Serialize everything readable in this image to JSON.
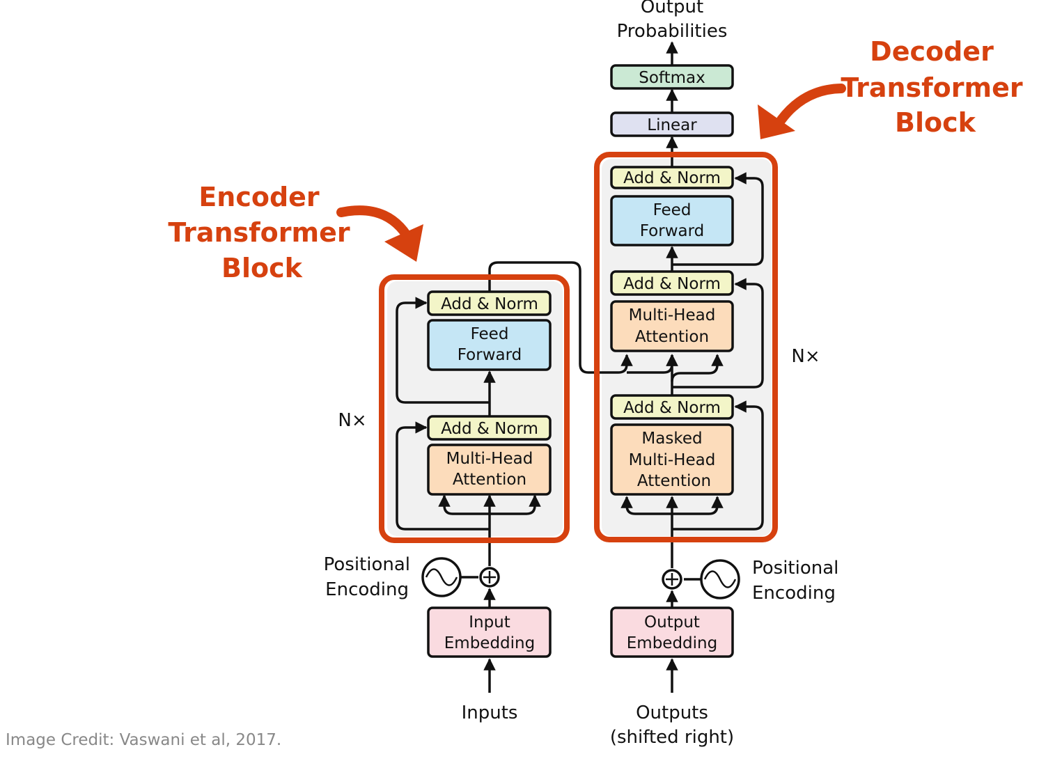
{
  "colors": {
    "accent": "#d6410f",
    "add_norm": "#f3f5c8",
    "feed_forward": "#c5e6f5",
    "attention": "#fcdcbb",
    "embedding": "#fadbe0",
    "linear": "#dfe1f1",
    "softmax": "#cbe9d4",
    "block_background": "#f1f1f1",
    "credit": "#888888"
  },
  "top": {
    "output_probabilities": [
      "Output",
      "Probabilities"
    ],
    "softmax": "Softmax",
    "linear": "Linear"
  },
  "callouts": {
    "encoder": [
      "Encoder",
      "Transformer",
      "Block"
    ],
    "decoder": [
      "Decoder",
      "Transformer",
      "Block"
    ]
  },
  "encoder": {
    "add_norm_top": "Add & Norm",
    "feed_forward": [
      "Feed",
      "Forward"
    ],
    "add_norm_bottom": "Add & Norm",
    "attention": [
      "Multi-Head",
      "Attention"
    ],
    "nx": "N×",
    "positional_encoding": [
      "Positional",
      "Encoding"
    ],
    "embedding": [
      "Input",
      "Embedding"
    ],
    "input_label": "Inputs"
  },
  "decoder": {
    "add_norm_top": "Add & Norm",
    "feed_forward": [
      "Feed",
      "Forward"
    ],
    "add_norm_mid": "Add & Norm",
    "cross_attention": [
      "Multi-Head",
      "Attention"
    ],
    "add_norm_bottom": "Add & Norm",
    "masked_attention": [
      "Masked",
      "Multi-Head",
      "Attention"
    ],
    "nx": "N×",
    "positional_encoding": [
      "Positional",
      "Encoding"
    ],
    "embedding": [
      "Output",
      "Embedding"
    ],
    "output_label": [
      "Outputs",
      "(shifted right)"
    ]
  },
  "credit": "Image Credit: Vaswani et al, 2017."
}
